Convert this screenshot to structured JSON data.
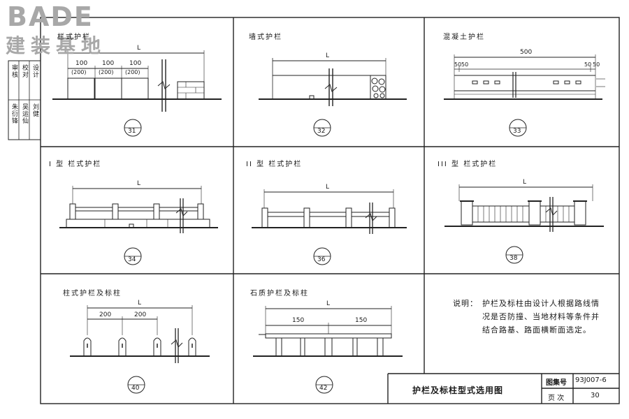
{
  "logo": {
    "en": "BADE",
    "cn": "建装基地"
  },
  "side_table": {
    "cells": [
      "审核",
      "校对",
      "设计",
      "朱衍锋",
      "吴运仙",
      "刘健"
    ]
  },
  "panels": [
    {
      "title": "栏式护栏",
      "dims": [
        "L",
        "100",
        "(200)",
        "100",
        "(200)",
        "100",
        "(200)"
      ],
      "badge": "31"
    },
    {
      "title": "墙式护栏",
      "dims": [
        "L"
      ],
      "badge": "32"
    },
    {
      "title": "混凝土护栏",
      "dims": [
        "500",
        "50",
        "50",
        "50",
        "50"
      ],
      "badge": "33"
    },
    {
      "title": "I 型  栏式护栏",
      "dims": [
        "L"
      ],
      "badge": "34"
    },
    {
      "title": "II 型  栏式护栏",
      "dims": [
        "L"
      ],
      "badge": "36"
    },
    {
      "title": "III 型  栏式护栏",
      "dims": [
        "L"
      ],
      "badge": "38"
    },
    {
      "title": "柱式护栏及标柱",
      "dims": [
        "L",
        "200",
        "200"
      ],
      "badge": "40"
    },
    {
      "title": "石质护栏及标柱",
      "dims": [
        "L",
        "150",
        "150"
      ],
      "badge": "42"
    }
  ],
  "note": {
    "key": "说明：",
    "body": "护栏及标柱由设计人根据路线情况是否防撞、当地材料等条件并结合路基、路面横断面选定。"
  },
  "title_block": {
    "title": "护栏及标柱型式选用图",
    "atlas_label": "图集号",
    "atlas_value": "93J007-6",
    "page_label": "页  次",
    "page_value": "30"
  }
}
